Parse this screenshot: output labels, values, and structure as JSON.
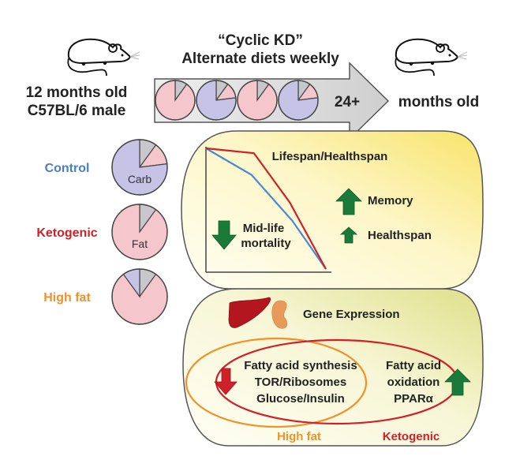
{
  "header": {
    "title_line1": "“Cyclic KD”",
    "title_line2": "Alternate diets weekly",
    "start_age": "12 months old",
    "strain": "C57BL/6 male",
    "end_age_prefix": "24+",
    "end_age_suffix": "months old"
  },
  "cycle_pies": [
    {
      "diet": "ketogenic"
    },
    {
      "diet": "control"
    },
    {
      "diet": "ketogenic"
    },
    {
      "diet": "control"
    }
  ],
  "diets": [
    {
      "name": "Control",
      "pie_label": "Carb",
      "color": "#4a7fc1",
      "diet": "control"
    },
    {
      "name": "Ketogenic",
      "pie_label": "Fat",
      "color": "#d0202a",
      "diet": "ketogenic"
    },
    {
      "name": "High fat",
      "pie_label": "",
      "color": "#f0922a",
      "diet": "highfat"
    }
  ],
  "diet_compositions": {
    "control": {
      "protein": 0.1,
      "fat": 0.13,
      "carb": 0.77
    },
    "ketogenic": {
      "protein": 0.1,
      "fat": 0.9,
      "carb": 0.0
    },
    "highfat": {
      "protein": 0.1,
      "fat": 0.8,
      "carb": 0.1
    }
  },
  "colors": {
    "protein": "#c8c8cc",
    "fat": "#f5c6cc",
    "carb": "#c6c3e6",
    "control_line": "#4a8ad4",
    "ketogenic_line": "#d0202a",
    "up_arrow": "#1a7a3a",
    "down_arrow_red": "#d0202a",
    "highfat_ellipse": "#f0922a",
    "ketogenic_ellipse": "#d0202a"
  },
  "lifespan_panel": {
    "title": "Lifespan/Healthspan",
    "mortality_line1": "Mid-life",
    "mortality_line2": "mortality",
    "memory": "Memory",
    "healthspan": "Healthspan"
  },
  "survival_curves": {
    "control": [
      [
        0,
        1.0
      ],
      [
        0.38,
        0.78
      ],
      [
        0.72,
        0.4
      ],
      [
        1.0,
        0.0
      ]
    ],
    "ketogenic": [
      [
        0,
        1.0
      ],
      [
        0.4,
        0.96
      ],
      [
        0.7,
        0.55
      ],
      [
        1.0,
        0.0
      ]
    ]
  },
  "gene_panel": {
    "title": "Gene Expression",
    "down_line1": "Fatty acid synthesis",
    "down_line2": "TOR/Ribosomes",
    "down_line3": "Glucose/Insulin",
    "up_line1": "Fatty acid",
    "up_line2": "oxidation",
    "up_line3": "PPARα",
    "label_highfat": "High fat",
    "label_ketogenic": "Ketogenic"
  }
}
